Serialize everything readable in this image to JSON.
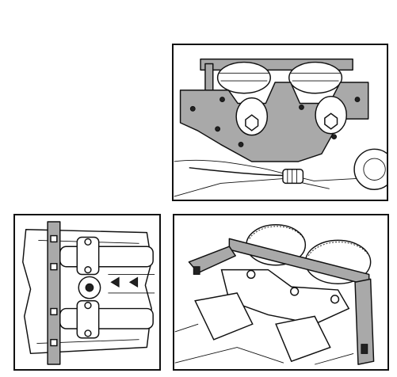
{
  "figures": [
    {
      "id": "fig-upper-right",
      "subject": "camshaft-locking-tool-on-sprockets"
    },
    {
      "id": "fig-lower-left",
      "subject": "cylinder-head-top-view-with-locking-bar"
    },
    {
      "id": "fig-lower-right",
      "subject": "camshaft-sprockets-with-locking-plate"
    }
  ],
  "colors": {
    "line": "#111111",
    "tool_fill": "#a9a9a9",
    "background": "#ffffff"
  }
}
